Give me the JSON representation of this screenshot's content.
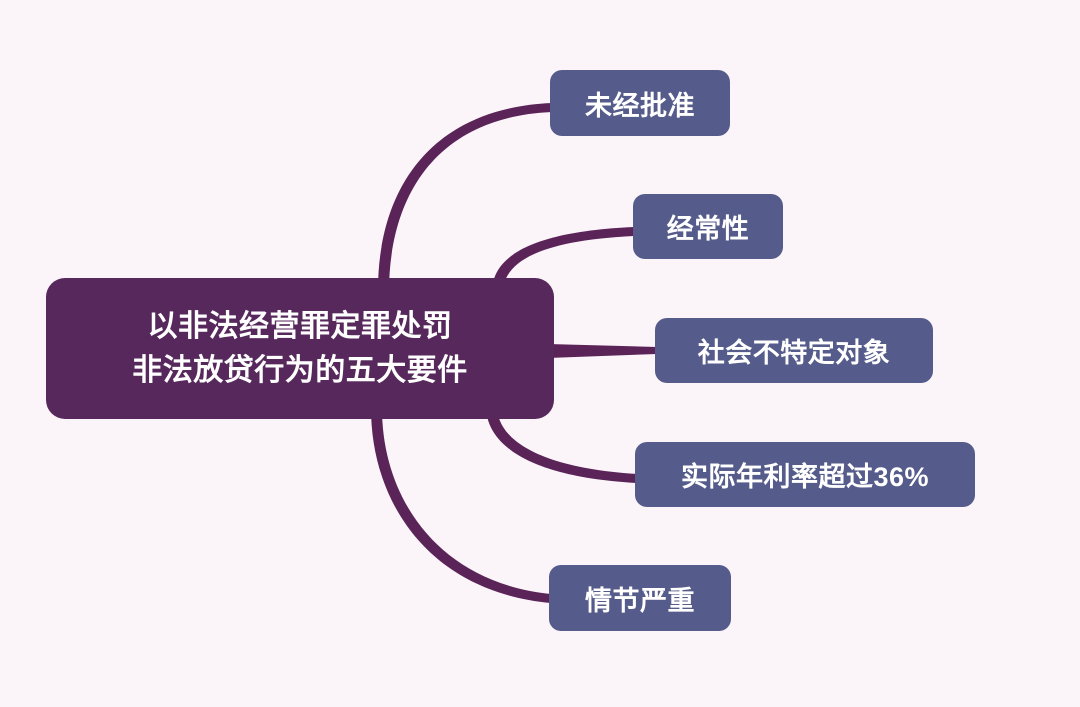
{
  "diagram": {
    "type": "mind-map",
    "background_color": "#fbf5fa",
    "root": {
      "label": "以非法经营罪定罪处罚\n非法放贷行为的五大要件",
      "line1": "以非法经营罪定罪处罚",
      "line2": "非法放贷行为的五大要件",
      "fill_color": "#56285b",
      "text_color": "#ffffff"
    },
    "connector": {
      "color": "#5b2458",
      "style": "curved-tapered"
    },
    "branches": [
      {
        "label": "未经批准",
        "fill_color": "#555b8a",
        "text_color": "#ffffff"
      },
      {
        "label": "经常性",
        "fill_color": "#555b8a",
        "text_color": "#ffffff"
      },
      {
        "label": "社会不特定对象",
        "fill_color": "#555b8a",
        "text_color": "#ffffff"
      },
      {
        "label": "实际年利率超过36%",
        "fill_color": "#555b8a",
        "text_color": "#ffffff"
      },
      {
        "label": "情节严重",
        "fill_color": "#555b8a",
        "text_color": "#ffffff"
      }
    ]
  }
}
